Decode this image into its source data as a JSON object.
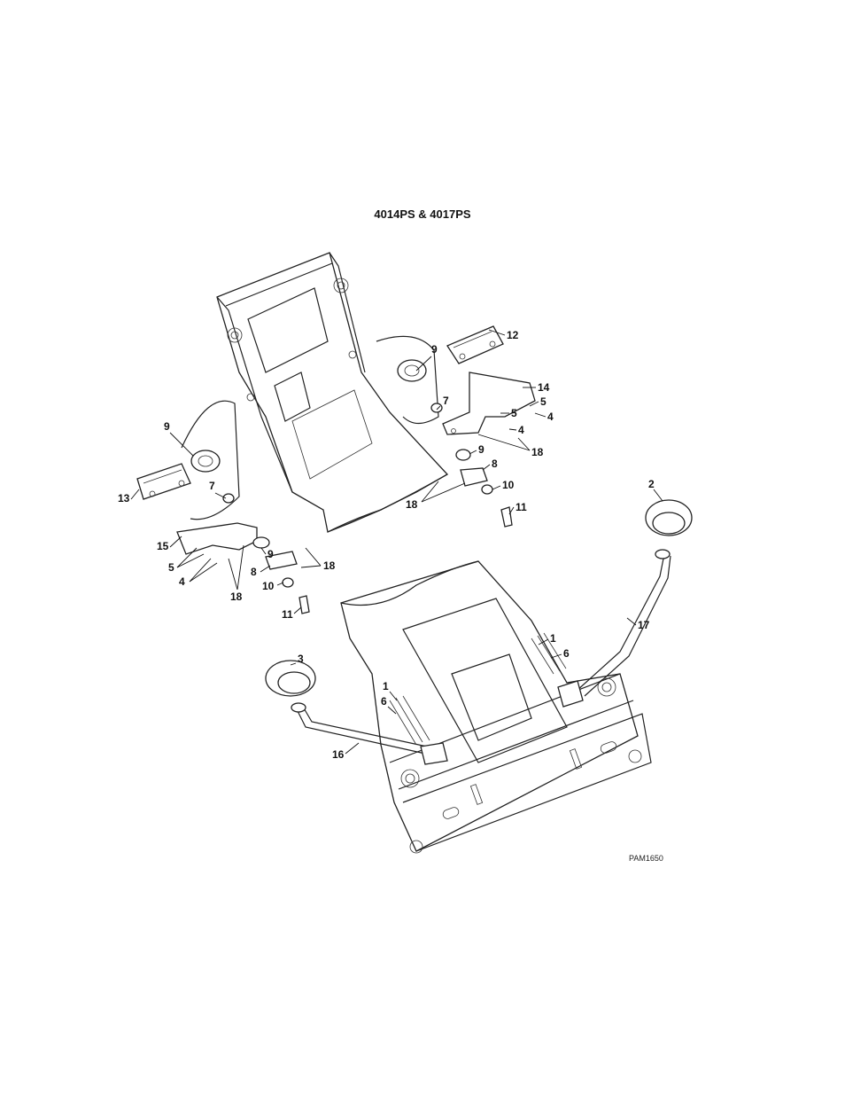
{
  "title": "4014PS & 4017PS",
  "drawing_code": "PAM1650",
  "callouts": [
    {
      "id": "c12",
      "label": "12"
    },
    {
      "id": "c9a",
      "label": "9"
    },
    {
      "id": "c14",
      "label": "14"
    },
    {
      "id": "c5a",
      "label": "5"
    },
    {
      "id": "c4a",
      "label": "4"
    },
    {
      "id": "c7a",
      "label": "7"
    },
    {
      "id": "c5b",
      "label": "5"
    },
    {
      "id": "c4b",
      "label": "4"
    },
    {
      "id": "c18a",
      "label": "18"
    },
    {
      "id": "c9b",
      "label": "9"
    },
    {
      "id": "c8a",
      "label": "8"
    },
    {
      "id": "c10a",
      "label": "10"
    },
    {
      "id": "c18b",
      "label": "18"
    },
    {
      "id": "c11a",
      "label": "11"
    },
    {
      "id": "c9c",
      "label": "9"
    },
    {
      "id": "c13",
      "label": "13"
    },
    {
      "id": "c7b",
      "label": "7"
    },
    {
      "id": "c15",
      "label": "15"
    },
    {
      "id": "c5c",
      "label": "5"
    },
    {
      "id": "c4c",
      "label": "4"
    },
    {
      "id": "c18c",
      "label": "18"
    },
    {
      "id": "c9d",
      "label": "9"
    },
    {
      "id": "c8b",
      "label": "8"
    },
    {
      "id": "c18d",
      "label": "18"
    },
    {
      "id": "c10b",
      "label": "10"
    },
    {
      "id": "c11b",
      "label": "11"
    },
    {
      "id": "c2",
      "label": "2"
    },
    {
      "id": "c17",
      "label": "17"
    },
    {
      "id": "c1a",
      "label": "1"
    },
    {
      "id": "c6a",
      "label": "6"
    },
    {
      "id": "c3",
      "label": "3"
    },
    {
      "id": "c1b",
      "label": "1"
    },
    {
      "id": "c6b",
      "label": "6"
    },
    {
      "id": "c16",
      "label": "16"
    }
  ]
}
